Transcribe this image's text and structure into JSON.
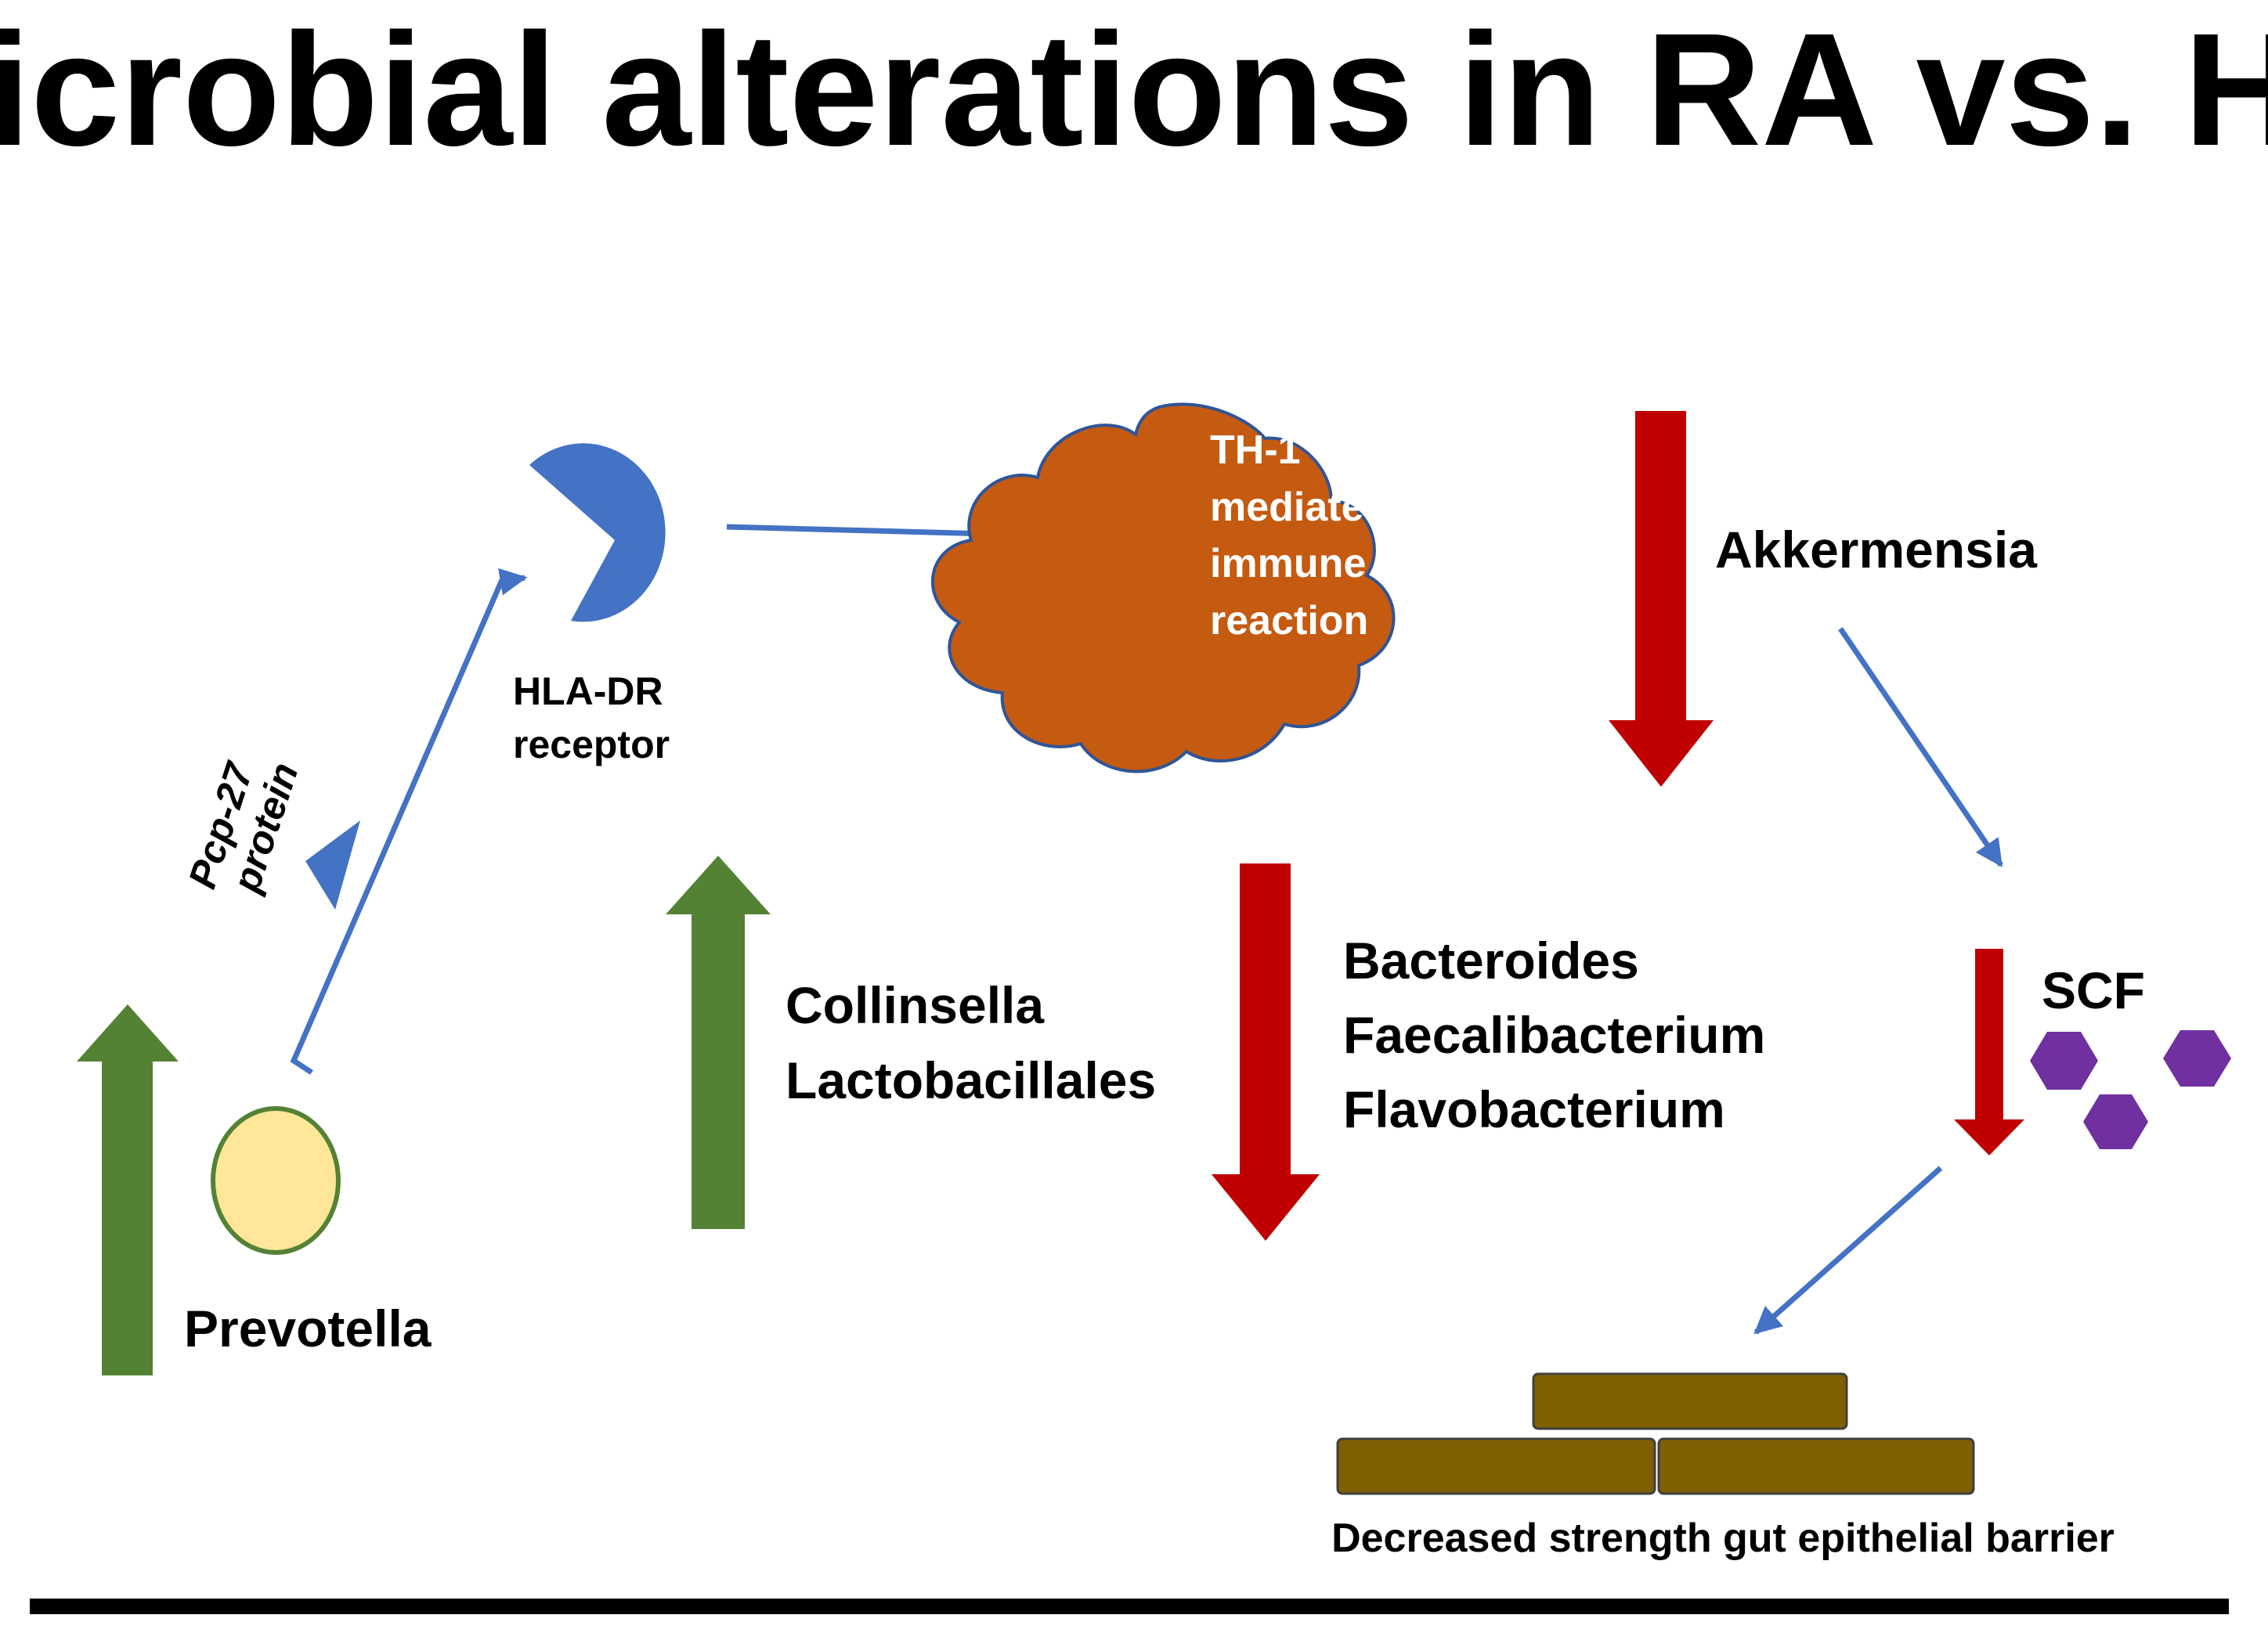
{
  "title": "Microbial alterations in RA vs. HC",
  "colors": {
    "increase_arrow": "#548235",
    "decrease_arrow": "#C00000",
    "flow_arrow": "#4472C4",
    "receptor": "#4472C4",
    "cloud_fill": "#C55A11",
    "cloud_stroke": "#2F5597",
    "prevotella_cell": "#FFE699",
    "cell_outline": "#548235",
    "scfa_hexagon": "#7030A0",
    "barrier_brick": "#7F6000"
  },
  "labels": {
    "prevotella": "Prevotella",
    "pcp_line1": "Pcp-27",
    "pcp_line2": "protein",
    "hla_line1": "HLA-DR",
    "hla_line2": "receptor",
    "cloud_lines": [
      "TH-1",
      "mediated",
      "immune",
      "reaction"
    ],
    "collinsella": "Collinsella",
    "lactobacillales": "Lactobacillales",
    "bacteroides": "Bacteroides",
    "faecalibacterium": "Faecalibacterium",
    "flavobacterium": "Flavobacterium",
    "akkermensia": "Akkermensia",
    "scf": "SCF",
    "barrier": "Decreased strength gut epithelial barrier"
  }
}
